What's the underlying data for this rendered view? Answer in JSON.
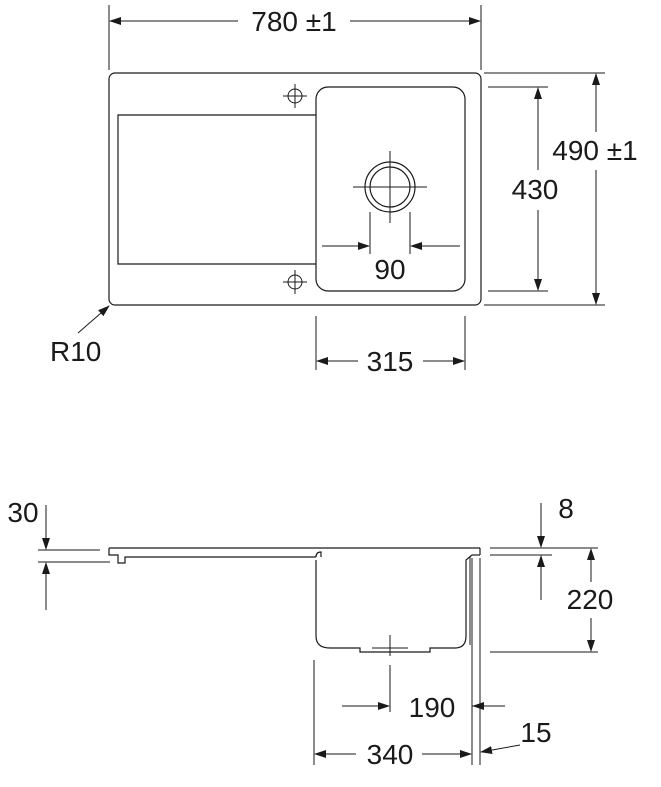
{
  "top_view": {
    "overall_width": "780 ±1",
    "overall_depth": "490 ±1",
    "bowl_depth": "430",
    "drain_diameter": "90",
    "bowl_width": "315",
    "corner_radius": "R10"
  },
  "side_view": {
    "rim_thickness": "30",
    "lip_height": "8",
    "bowl_depth": "220",
    "drain_offset": "190",
    "wall_offset": "15",
    "bowl_width": "340"
  }
}
